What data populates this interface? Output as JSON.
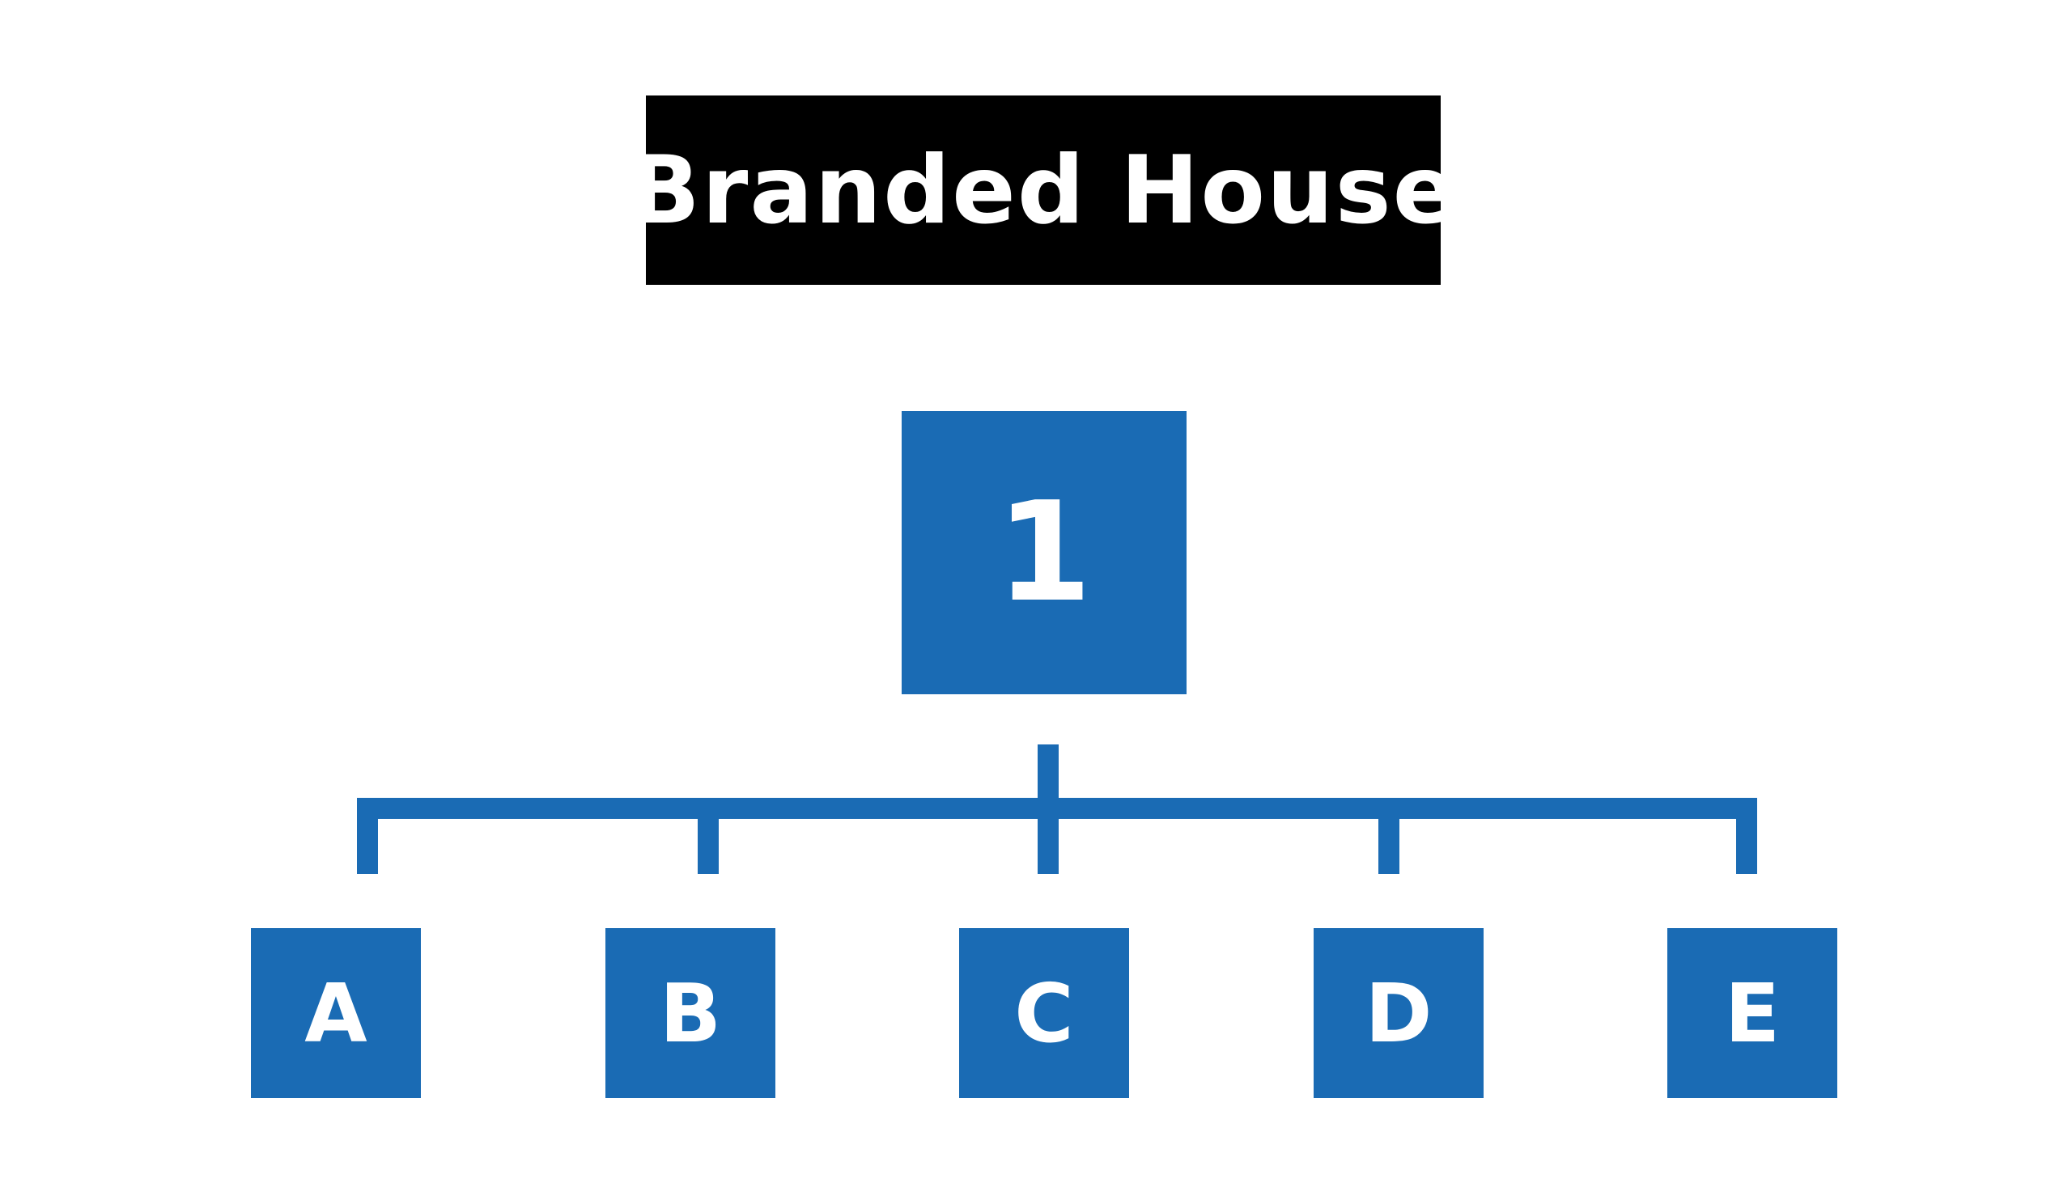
{
  "title": "Branded House",
  "colors": {
    "title_background": "#000000",
    "title_text": "#ffffff",
    "box_fill": "#1a6bb4",
    "box_text": "#ffffff",
    "connector": "#1a6bb4"
  },
  "parent": {
    "label": "1"
  },
  "children": [
    {
      "label": "A"
    },
    {
      "label": "B"
    },
    {
      "label": "C"
    },
    {
      "label": "D"
    },
    {
      "label": "E"
    }
  ]
}
